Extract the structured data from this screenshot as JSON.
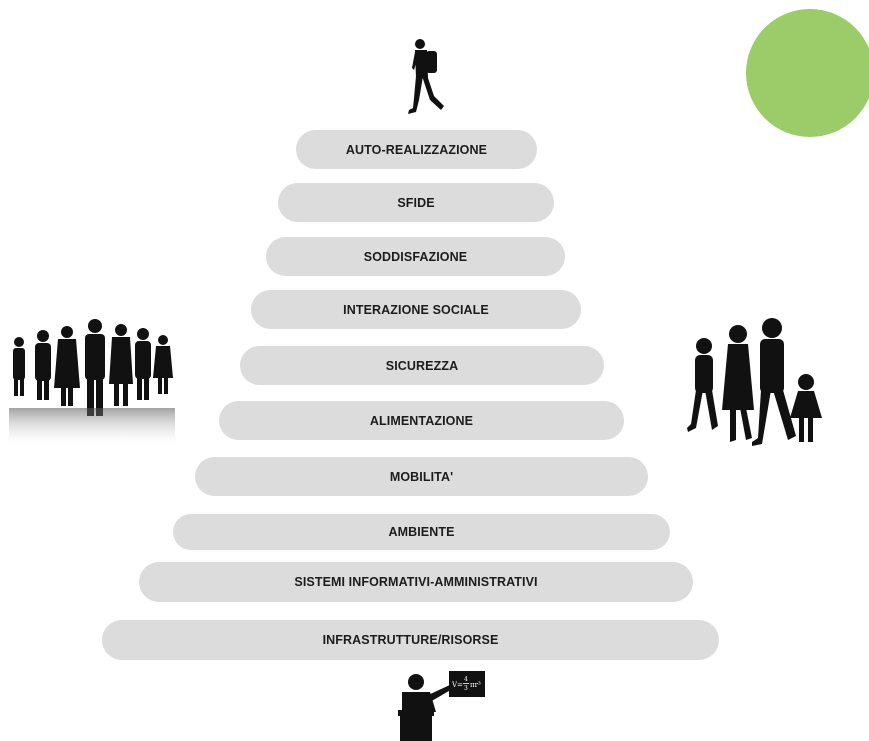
{
  "colors": {
    "accent_circle": "#9ccc6a",
    "level_fill": "#dcdcdc",
    "silhouette": "#111111"
  },
  "pyramid": {
    "levels": [
      "AUTO-REALIZZAZIONE",
      "SFIDE",
      "SODDISFAZIONE",
      "INTERAZIONE SOCIALE",
      "SICUREZZA",
      "ALIMENTAZIONE",
      "MOBILITA'",
      "AMBIENTE",
      "SISTEMI INFORMATIVI-AMMINISTRATIVI",
      "INFRASTRUTTURE/RISORSE"
    ]
  },
  "illustrations": {
    "top": "walking-hiker-icon",
    "left": "crowd-of-people-icon",
    "right": "family-walking-icon",
    "bottom": "teacher-at-blackboard-icon"
  },
  "blackboard": {
    "formula_lhs": "V=",
    "formula_num": "4",
    "formula_den": "3",
    "formula_rhs": "πr³"
  }
}
